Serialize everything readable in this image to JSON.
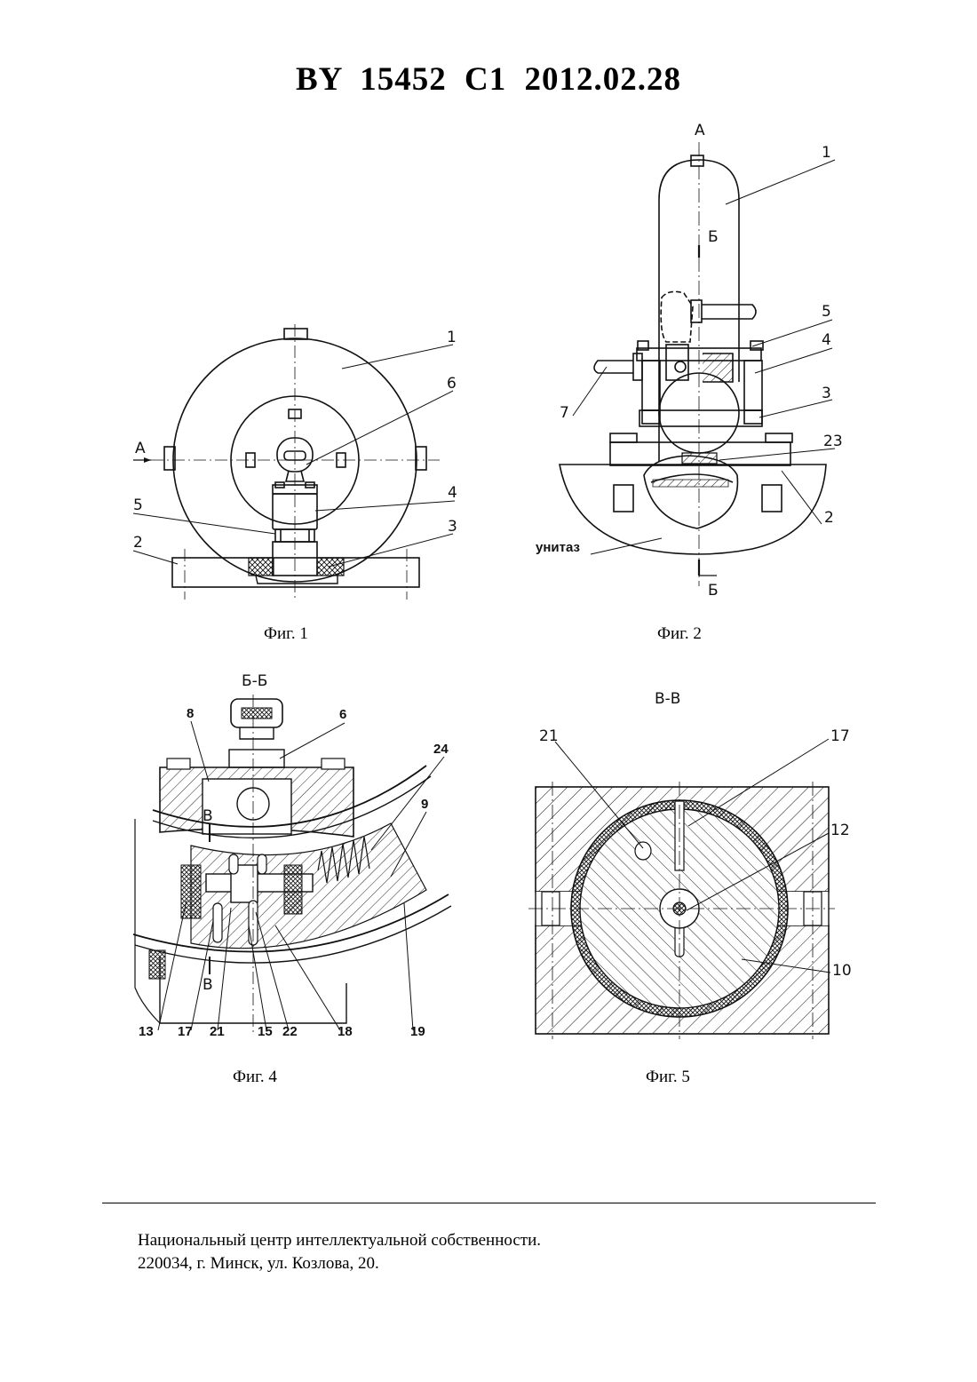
{
  "header": {
    "title": "BY  15452  C1  2012.02.28"
  },
  "figures": {
    "fig1": {
      "caption": "Фиг. 1",
      "section_mark": "А",
      "labels": [
        "1",
        "6",
        "4",
        "5",
        "2",
        "3"
      ]
    },
    "fig2": {
      "caption": "Фиг. 2",
      "view_mark_top": "А",
      "cut_mark": "Б",
      "cut_mark_bottom": "Б",
      "toilet_label": "унитаз",
      "labels": [
        "1",
        "5",
        "4",
        "3",
        "7",
        "23",
        "2"
      ]
    },
    "fig4": {
      "caption": "Фиг. 4",
      "section_title": "Б-Б",
      "cut_mark": "В",
      "labels_top": [
        "8",
        "6",
        "24",
        "9"
      ],
      "labels_bottom": [
        "13",
        "17",
        "21",
        "15",
        "22",
        "18",
        "19"
      ]
    },
    "fig5": {
      "caption": "Фиг. 5",
      "section_title": "В-В",
      "labels": [
        "21",
        "17",
        "12",
        "10"
      ]
    }
  },
  "footer": {
    "line1": "Национальный центр интеллектуальной собственности.",
    "line2": "220034, г. Минск, ул. Козлова, 20."
  }
}
